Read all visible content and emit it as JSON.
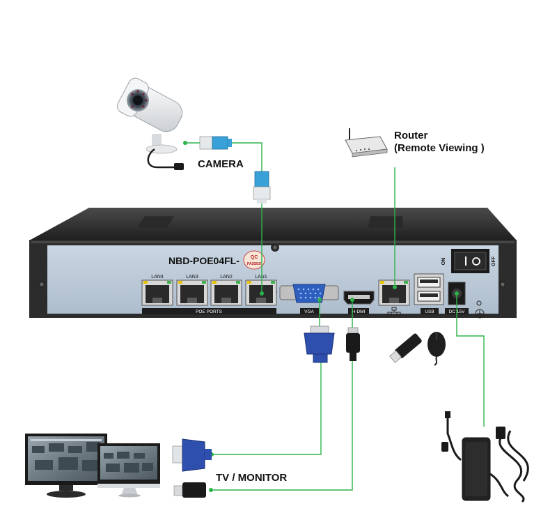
{
  "labels": {
    "camera": "CAMERA",
    "router_line1": "Router",
    "router_line2": "(Remote Viewing )",
    "tv_monitor": "TV / MONITOR",
    "model": "NBD-POE04FL-",
    "qc": "QC",
    "passed": "PASSED",
    "lan4": "LAN4",
    "lan3": "LAN3",
    "lan2": "LAN2",
    "lan1": "LAN1",
    "poe_ports": "POE PORTS",
    "vga": "VGA",
    "hdmi": "H-DMI",
    "usb": "USB",
    "dc": "DC 15V",
    "on": "ON",
    "off": "OFF"
  },
  "colors": {
    "connector_line": "#2db34a",
    "panel": "#b9c7d6",
    "case": "#2b2b2b",
    "vga_blue": "#2f4fae",
    "cable_blue": "#3aa0d8"
  },
  "icons": {
    "camera": "bullet-camera-icon",
    "router": "router-icon",
    "monitors": "monitor-icon",
    "usb_drive": "usb-drive-icon",
    "mouse": "mouse-icon",
    "adapter": "power-adapter-icon",
    "network": "network-symbol-icon",
    "ground": "ground-symbol-icon"
  }
}
